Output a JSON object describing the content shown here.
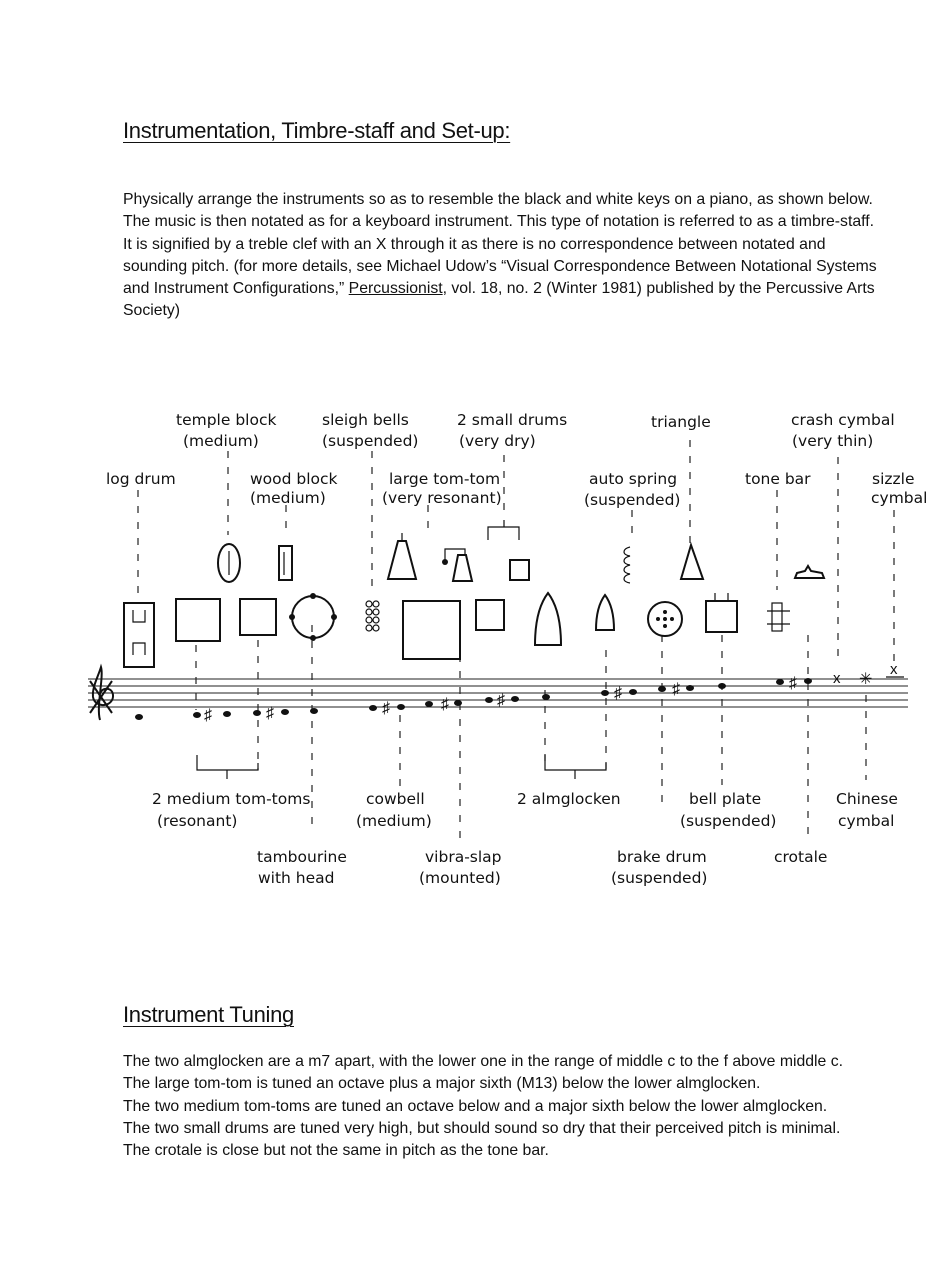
{
  "section1": {
    "title": "Instrumentation, Timbre-staff and Set-up:",
    "intro_before_journal": "Physically arrange the instruments so as to resemble the black and white keys on a piano, as shown below.  The music is then notated as for a keyboard instrument.  This type of notation is referred to as a timbre-staff.  It is signified by a treble clef with an X through it as there is no correspondence between notated and sounding pitch.  (for more details, see Michael Udow’s “Visual Correspondence Between Notational Systems and Instrument Configurations,” ",
    "intro_journal": "Percussionist",
    "intro_after_journal": ", vol. 18, no. 2 (Winter 1981) published by the Percussive Arts Society)"
  },
  "figure": {
    "top_labels": [
      {
        "line1": "temple block",
        "line2": "(medium)"
      },
      {
        "line1": "sleigh bells",
        "line2": "(suspended)"
      },
      {
        "line1": "2 small drums",
        "line2": "(very dry)"
      },
      {
        "line1": "triangle",
        "line2": ""
      },
      {
        "line1": "crash cymbal",
        "line2": "(very thin)"
      },
      {
        "line1": "log drum",
        "line2": ""
      },
      {
        "line1": "wood block",
        "line2": "(medium)"
      },
      {
        "line1": "large tom-tom",
        "line2": "(very resonant)"
      },
      {
        "line1": "auto spring",
        "line2": "(suspended)"
      },
      {
        "line1": "tone bar",
        "line2": ""
      },
      {
        "line1": "sizzle",
        "line2": "cymbal"
      }
    ],
    "bottom_labels": [
      {
        "line1": "2 medium tom-toms",
        "line2": "(resonant)"
      },
      {
        "line1": "cowbell",
        "line2": "(medium)"
      },
      {
        "line1": "2 almglocken",
        "line2": ""
      },
      {
        "line1": "bell plate",
        "line2": "(suspended)"
      },
      {
        "line1": "Chinese",
        "line2": "cymbal"
      },
      {
        "line1": "tambourine",
        "line2": "with head"
      },
      {
        "line1": "vibra-slap",
        "line2": "(mounted)"
      },
      {
        "line1": "brake drum",
        "line2": "(suspended)"
      },
      {
        "line1": "crotale",
        "line2": ""
      }
    ]
  },
  "section2": {
    "title": "Instrument Tuning",
    "lines": [
      "The two almglocken are a m7 apart, with the lower one in the range of middle c to the f above middle c.",
      "The large tom-tom is tuned an octave plus a major sixth (M13) below the lower almglocken.",
      "The two medium tom-toms are tuned an octave below and a major sixth below the lower almglocken.",
      "The two small drums are tuned very high, but should sound so dry that their perceived pitch is minimal.",
      "The crotale is close but not the same in pitch as the tone bar."
    ]
  }
}
